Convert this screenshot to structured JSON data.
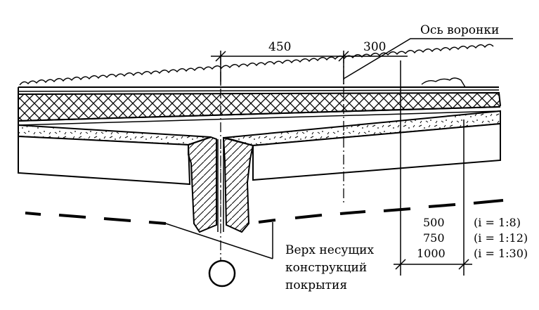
{
  "drawing": {
    "dimensions": {
      "left_span": "450",
      "right_span": "300"
    },
    "axis_label": "Ось воронки",
    "support_label": {
      "line1": "Верх несущих",
      "line2": "конструкций",
      "line3": "покрытия"
    },
    "offset_table": {
      "rows": [
        {
          "distance": "500",
          "slope": "(i = 1:8)"
        },
        {
          "distance": "750",
          "slope": "(i = 1:12)"
        },
        {
          "distance": "1000",
          "slope": "(i = 1:30)"
        }
      ]
    }
  },
  "colors": {
    "ink": "#000000",
    "paper": "#ffffff"
  }
}
